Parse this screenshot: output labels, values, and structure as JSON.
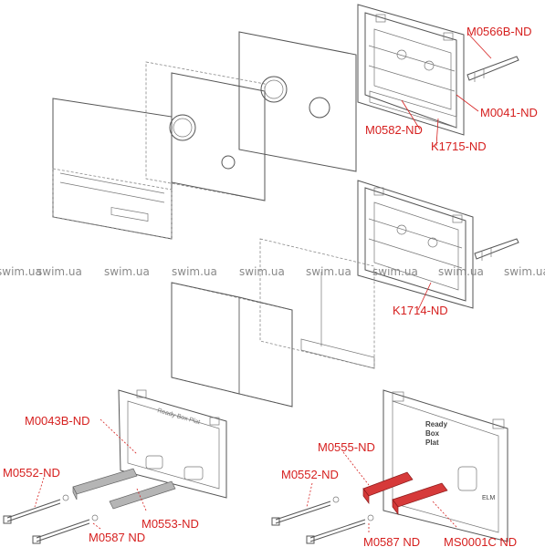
{
  "watermark": "swim.ua",
  "labels": {
    "m0566b": "M0566B-ND",
    "m0041": "M0041-ND",
    "m0582": "M0582-ND",
    "k1715": "K1715-ND",
    "k1714": "K1714-ND",
    "m0043b": "M0043B-ND",
    "m0552_left": "M0552-ND",
    "m0553": "M0553-ND",
    "m0587_left": "M0587 ND",
    "m0555": "M0555-ND",
    "m0552_right": "M0552-ND",
    "m0587_right": "M0587 ND",
    "ms0001c": "MS0001C ND"
  },
  "frame_text": {
    "line1": "Ready",
    "line2": "Box",
    "line3": "Plat",
    "corner": "ELM"
  },
  "colors": {
    "label": "#d6201f",
    "highlight_part": "#d63a3a",
    "watermark": "#8a8a8a"
  }
}
